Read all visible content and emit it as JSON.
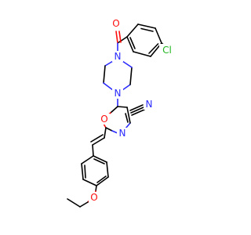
{
  "atoms": {
    "carbonyl_oxygen": {
      "label": "O",
      "color": "#ff0d0d"
    },
    "chlorine": {
      "label": "Cl",
      "color": "#1fb51f"
    },
    "piperazine_n_top": {
      "label": "N",
      "color": "#2b2bff"
    },
    "piperazine_n_bottom": {
      "label": "N",
      "color": "#2b2bff"
    },
    "nitrile_n": {
      "label": "N",
      "color": "#2b2bff"
    },
    "oxazole_o": {
      "label": "O",
      "color": "#ff0d0d"
    },
    "oxazole_n": {
      "label": "N",
      "color": "#2b2bff"
    },
    "ether_o": {
      "label": "O",
      "color": "#ff0d0d"
    }
  }
}
